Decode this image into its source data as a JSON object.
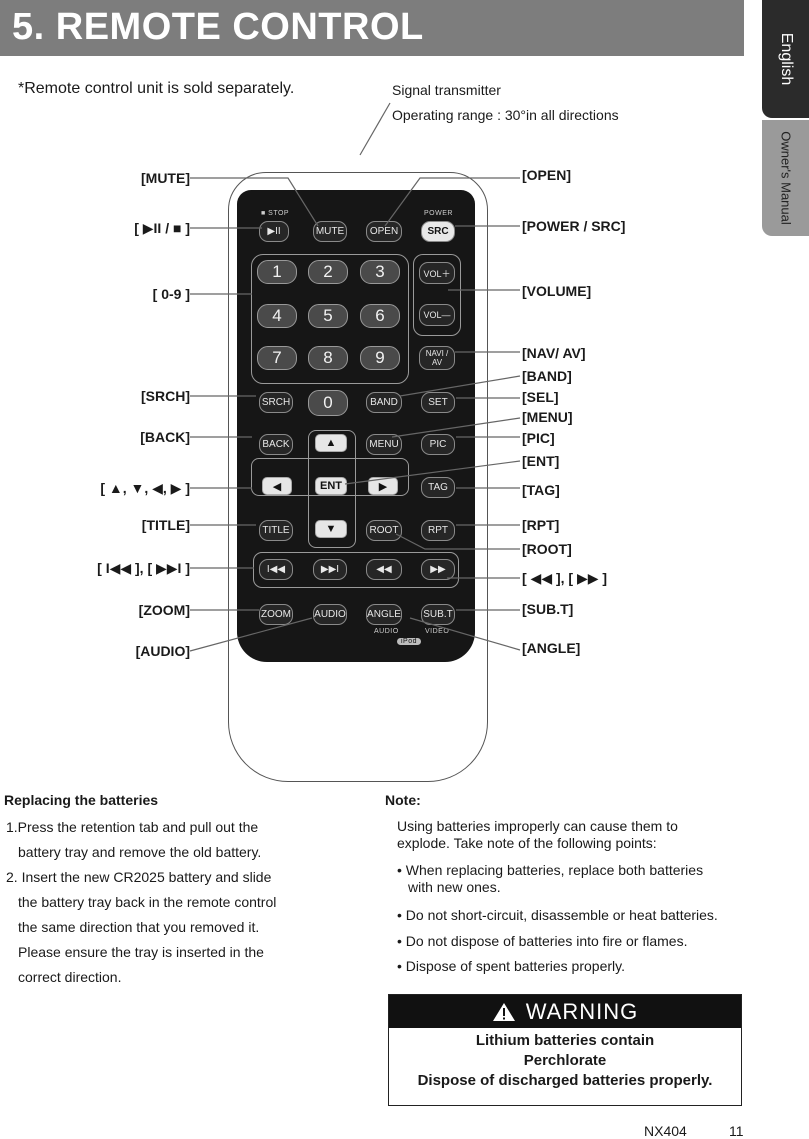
{
  "header": {
    "title": "5. REMOTE CONTROL"
  },
  "side_tabs": {
    "language": "English",
    "manual": "Owner's Manual"
  },
  "top_note": "*Remote control unit is sold separately.",
  "signal": {
    "label": "Signal transmitter",
    "range": "Operating range : 30°in all  directions"
  },
  "callouts_left": {
    "mute": "[MUTE]",
    "play_stop": "[ ▶II / ■ ]",
    "numbers": "[ 0-9 ]",
    "srch": "[SRCH]",
    "back": "[BACK]",
    "arrows": "[ ▲, ▼, ◀, ▶ ]",
    "title": "[TITLE]",
    "skip": "[ I◀◀ ], [ ▶▶I ]",
    "zoom": "[ZOOM]",
    "audio": "[AUDIO]"
  },
  "callouts_right": {
    "open": "[OPEN]",
    "power_src": "[POWER / SRC]",
    "volume": "[VOLUME]",
    "nav_av": "[NAV/ AV]",
    "band": "[BAND]",
    "sel": "[SEL]",
    "menu": "[MENU]",
    "pic": "[PIC]",
    "ent": "[ENT]",
    "tag": "[TAG]",
    "rpt": "[RPT]",
    "root": "[ROOT]",
    "search": "[ ◀◀ ], [ ▶▶ ]",
    "sub_t": "[SUB.T]",
    "angle": "[ANGLE]"
  },
  "remote": {
    "stop_label": "■ STOP",
    "power_label": "POWER",
    "buttons": {
      "play": "▶II",
      "mute": "MUTE",
      "open": "OPEN",
      "src": "SRC",
      "n1": "1",
      "n2": "2",
      "n3": "3",
      "n4": "4",
      "n5": "5",
      "n6": "6",
      "n7": "7",
      "n8": "8",
      "n9": "9",
      "n0": "0",
      "vol_up": "VOL＋",
      "vol_down": "VOL—",
      "nav_av": "NAVI / AV",
      "srch": "SRCH",
      "band": "BAND",
      "set": "SET",
      "back": "BACK",
      "menu": "MENU",
      "pic": "PIC",
      "up": "▲",
      "down": "▼",
      "left": "◀",
      "right": "▶",
      "ent": "ENT",
      "tag": "TAG",
      "title": "TITLE",
      "root": "ROOT",
      "rpt": "RPT",
      "prev": "I◀◀",
      "next": "▶▶I",
      "rew": "◀◀",
      "ff": "▶▶",
      "zoom": "ZOOM",
      "audio": "AUDIO",
      "angle": "ANGLE",
      "subt": "SUB.T"
    },
    "bottom_labels": {
      "audio": "AUDIO",
      "video": "VIDEO",
      "ipod": "iPod"
    }
  },
  "batteries": {
    "title": "Replacing the batteries",
    "step1": [
      "1.Press the retention tab and pull out the",
      "battery tray and remove the old battery."
    ],
    "step2": [
      "2. Insert the new CR2025 battery and slide",
      "the battery tray back in the remote control",
      "the same direction that you removed it.",
      "Please ensure the tray is inserted in the",
      "correct direction."
    ]
  },
  "note": {
    "title": "Note:",
    "intro": [
      "Using batteries improperly can cause them to",
      "explode.  Take note of the following points:"
    ],
    "bullets": [
      [
        "• When replacing batteries, replace both batteries",
        "with new ones."
      ],
      [
        "• Do not short-circuit, disassemble or heat batteries."
      ],
      [
        "• Do not dispose of batteries into fire or flames."
      ],
      [
        "• Dispose of spent batteries properly."
      ]
    ]
  },
  "warning": {
    "heading": "WARNING",
    "lines": [
      "Lithium batteries contain",
      "Perchlorate",
      "Dispose of discharged batteries properly."
    ]
  },
  "footer": {
    "model": "NX404",
    "page": "11"
  }
}
